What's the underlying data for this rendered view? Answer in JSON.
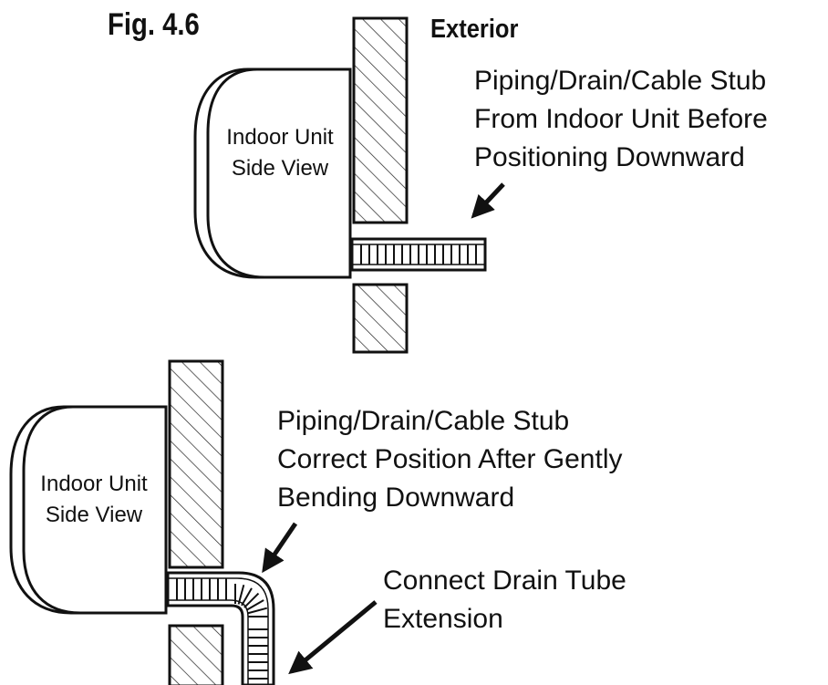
{
  "figure": {
    "title": "Fig. 4.6",
    "exterior_label": "Exterior"
  },
  "top_view": {
    "unit_label_line1": "Indoor Unit",
    "unit_label_line2": "Side View",
    "callout_lines": [
      "Piping/Drain/Cable Stub",
      "From Indoor Unit Before",
      "Positioning Downward"
    ]
  },
  "bottom_view": {
    "unit_label_line1": "Indoor Unit",
    "unit_label_line2": "Side View",
    "position_callout_lines": [
      "Piping/Drain/Cable Stub",
      "Correct Position After Gently",
      "Bending Downward"
    ],
    "drain_callout_lines": [
      "Connect Drain Tube",
      "Extension"
    ]
  },
  "colors": {
    "line": "#111111",
    "background": "#ffffff"
  }
}
